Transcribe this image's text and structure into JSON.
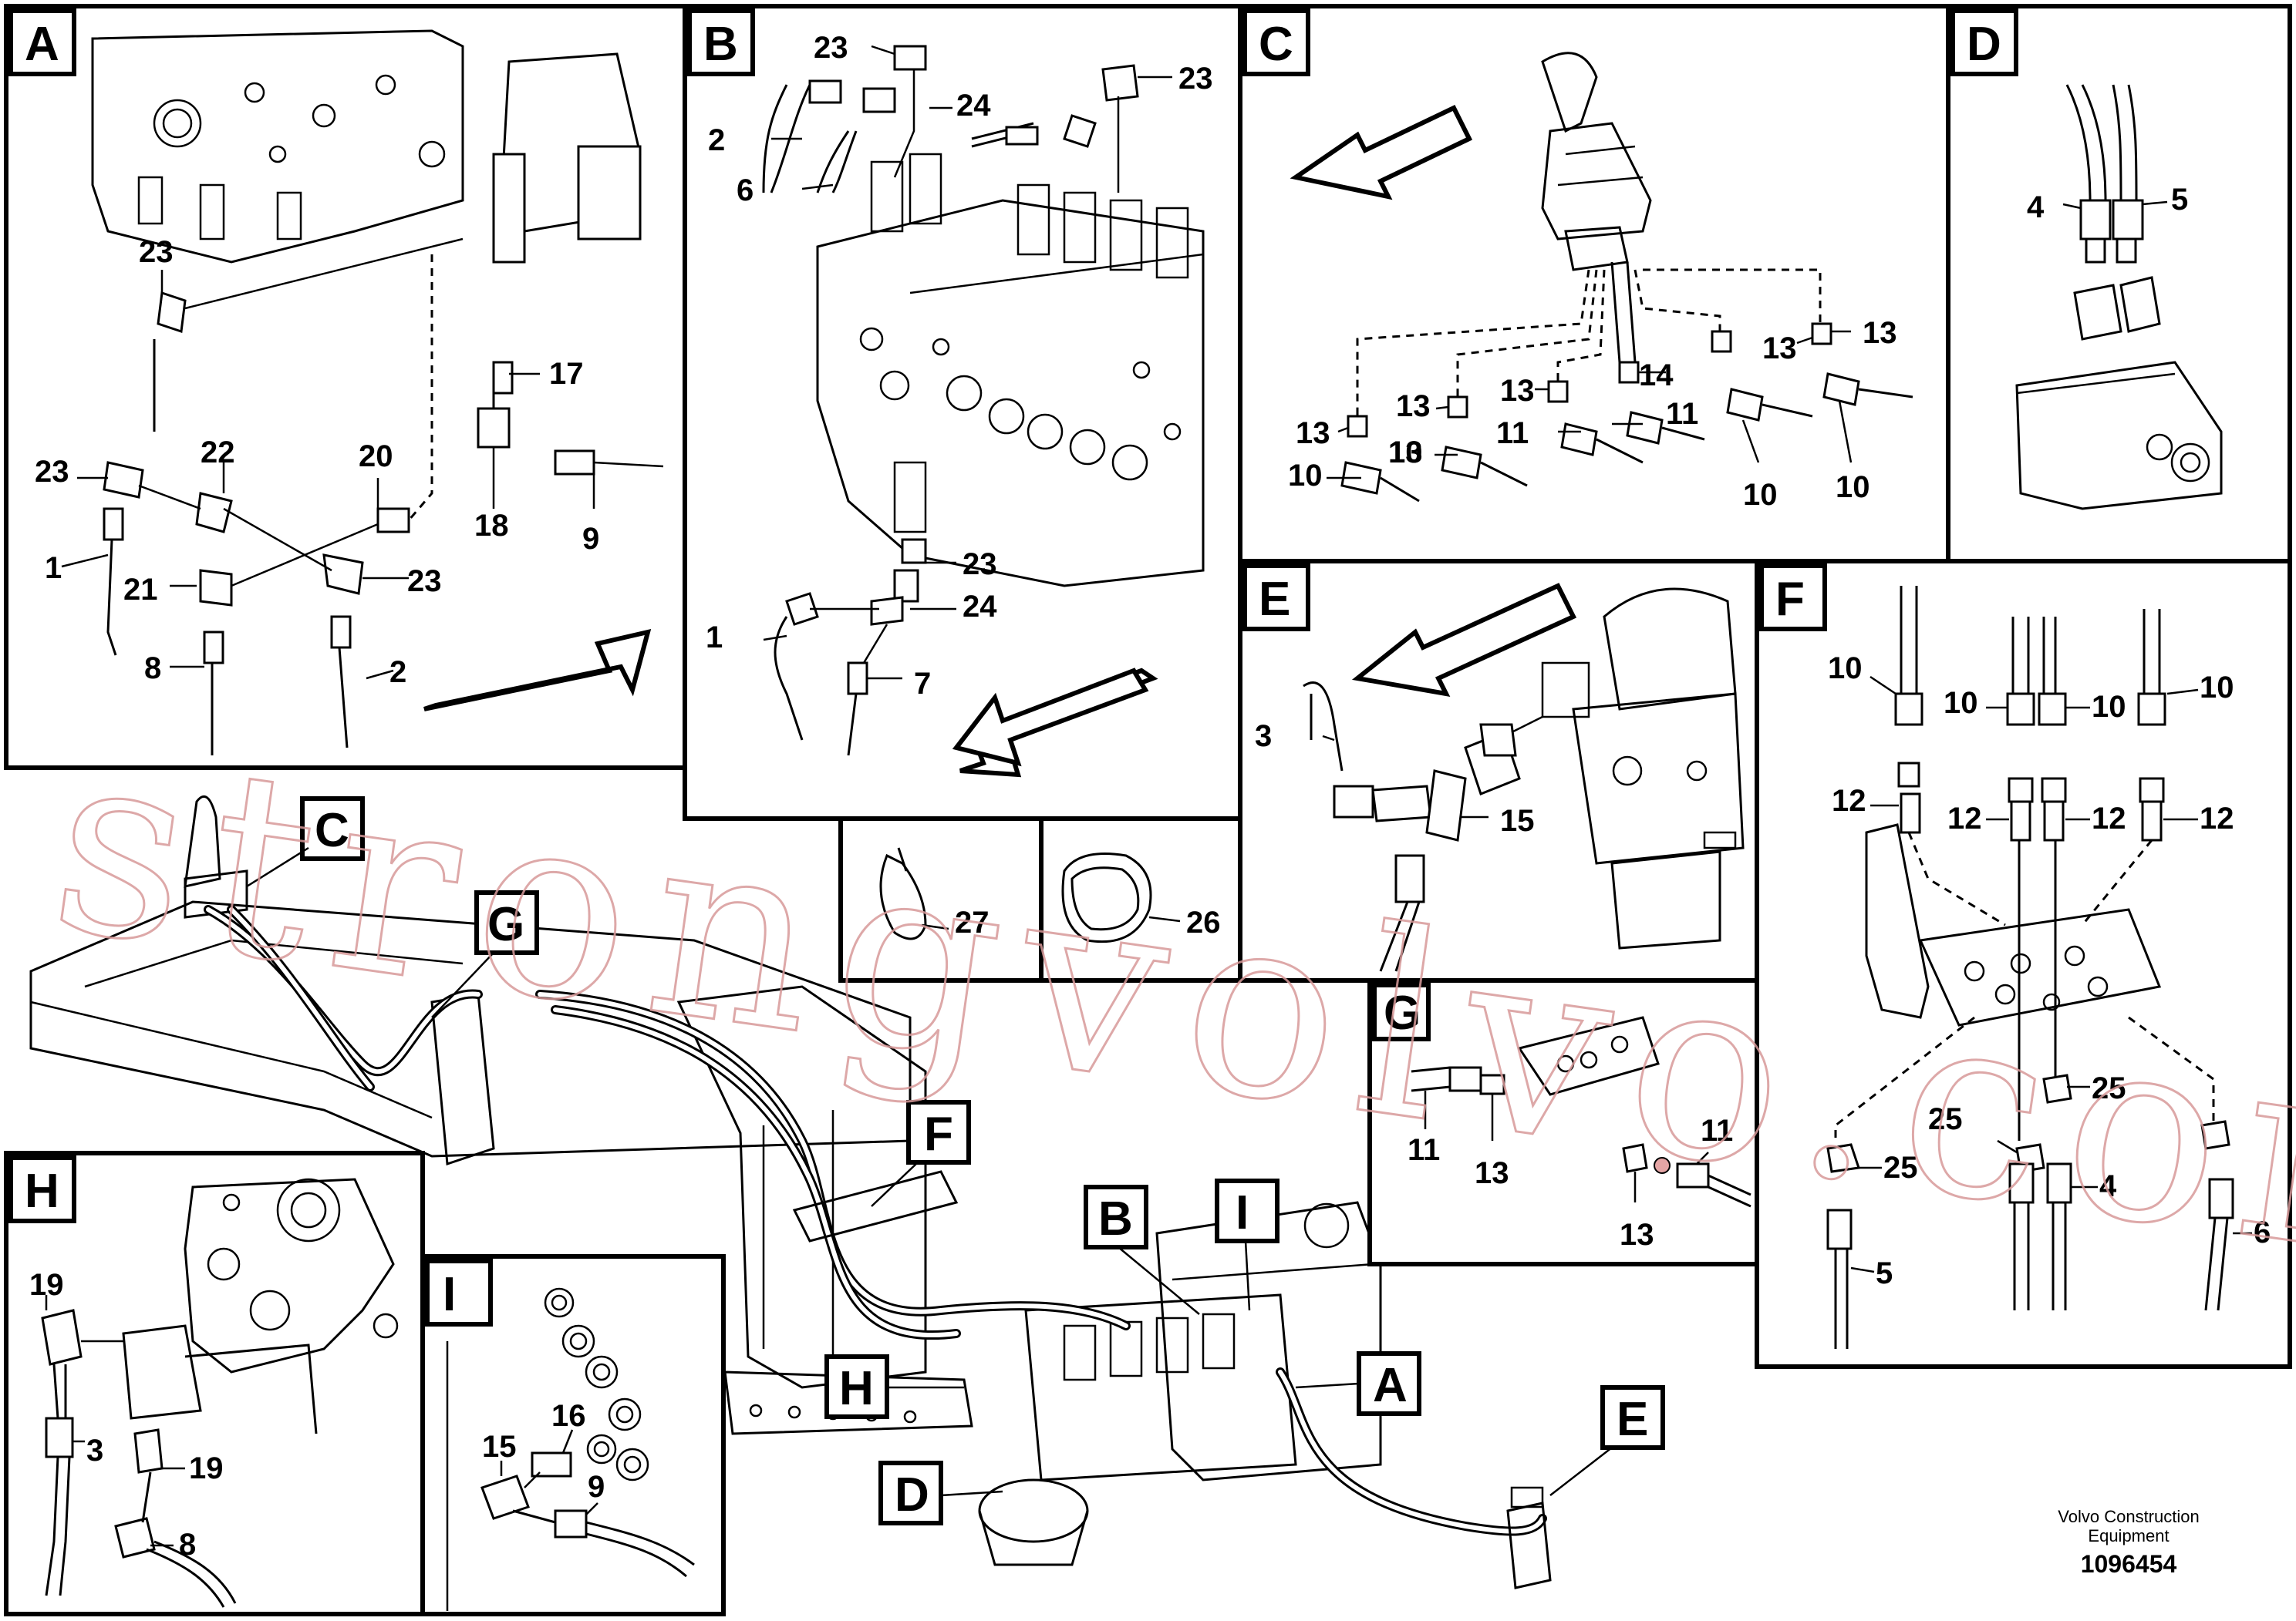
{
  "panels": {
    "A": {
      "title": "A",
      "labels": [
        "23",
        "17",
        "23",
        "22",
        "20",
        "18",
        "9",
        "1",
        "21",
        "23",
        "8",
        "2"
      ]
    },
    "B": {
      "title": "B",
      "labels": [
        "23",
        "24",
        "23",
        "2",
        "6",
        "23",
        "24",
        "1",
        "7"
      ]
    },
    "C": {
      "title": "C",
      "labels": [
        "13",
        "13",
        "14",
        "13",
        "13",
        "13",
        "11",
        "11",
        "13",
        "10",
        "10",
        "11",
        "10",
        "10"
      ]
    },
    "D": {
      "title": "D",
      "labels": [
        "4",
        "5"
      ]
    },
    "E": {
      "title": "E",
      "labels": [
        "3",
        "15"
      ]
    },
    "F": {
      "title": "F",
      "labels": [
        "10",
        "10",
        "10",
        "10",
        "12",
        "12",
        "12",
        "12",
        "25",
        "25",
        "25",
        "4",
        "5",
        "6"
      ]
    },
    "G": {
      "title": "G",
      "labels": [
        "11",
        "11",
        "13",
        "13"
      ]
    },
    "H": {
      "title": "H",
      "labels": [
        "19",
        "3",
        "19",
        "8"
      ]
    },
    "I": {
      "title": "I",
      "labels": [
        "15",
        "16",
        "9"
      ]
    },
    "small1": {
      "labels": [
        "27"
      ]
    },
    "small2": {
      "labels": [
        "26"
      ]
    }
  },
  "callouts": [
    "C",
    "G",
    "F",
    "B",
    "I",
    "H",
    "A",
    "D",
    "E"
  ],
  "footer": {
    "brand_line1": "Volvo Construction",
    "brand_line2": "Equipment",
    "doc_number": "1096454"
  },
  "watermark": "strongvolvo.com"
}
